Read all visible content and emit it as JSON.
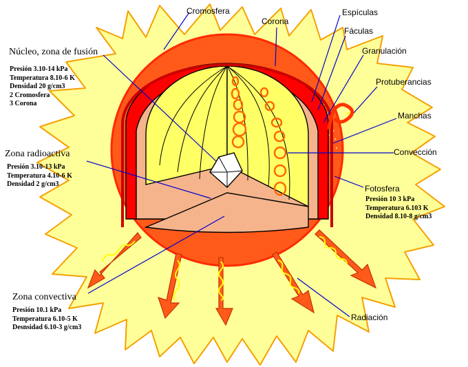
{
  "labels": {
    "cromosfera": "Cromosfera",
    "corona": "Corona",
    "espiculas": "Espículas",
    "faculas": "Fáculas",
    "granulacion": "Granulación",
    "protuberancias": "Protuberancias",
    "manchas": "Manchas",
    "conveccion": "Convección",
    "radiacion": "Radiación"
  },
  "nucleo": {
    "title": "Núcleo, zona de fusión",
    "lines": [
      "Presión 3.10-14 kPa",
      "Temperatura 8.10-6 K",
      "Densidad 20 g/cm3",
      "2 Cromosfera",
      "3 Corona"
    ]
  },
  "radioactiva": {
    "title": "Zona radioactiva",
    "lines": [
      "Presión 3.10-13 kPa",
      "Temperatura 4.10-6 K",
      "Densidad 2 g/cm3"
    ]
  },
  "fotosfera": {
    "title": "Fotosfera",
    "lines": [
      "Presión 10 3 kPa",
      "Temperatura 6.103 K",
      "Densidad 8.10-8 g/cm3"
    ]
  },
  "convectiva": {
    "title": "Zona convectiva",
    "lines": [
      "Presión 10.1 kPa",
      "Temperatura 6.10-5 K",
      "Desnsidad 6.10-3 g/cm3"
    ]
  },
  "colors": {
    "corona": "#ffff99",
    "corona_edge": "#f5a000",
    "sphere": "#ff5a1a",
    "sphere_rim": "#ff2a00",
    "convective_shell": "#ff0000",
    "radiative_zone": "#f5b48c",
    "core_section": "#ffff66",
    "core": "#ffffff",
    "outline": "#000000",
    "leader_line": "#0000cc",
    "arrow": "#ff5a1a",
    "arrow_wave": "#ffff00"
  }
}
